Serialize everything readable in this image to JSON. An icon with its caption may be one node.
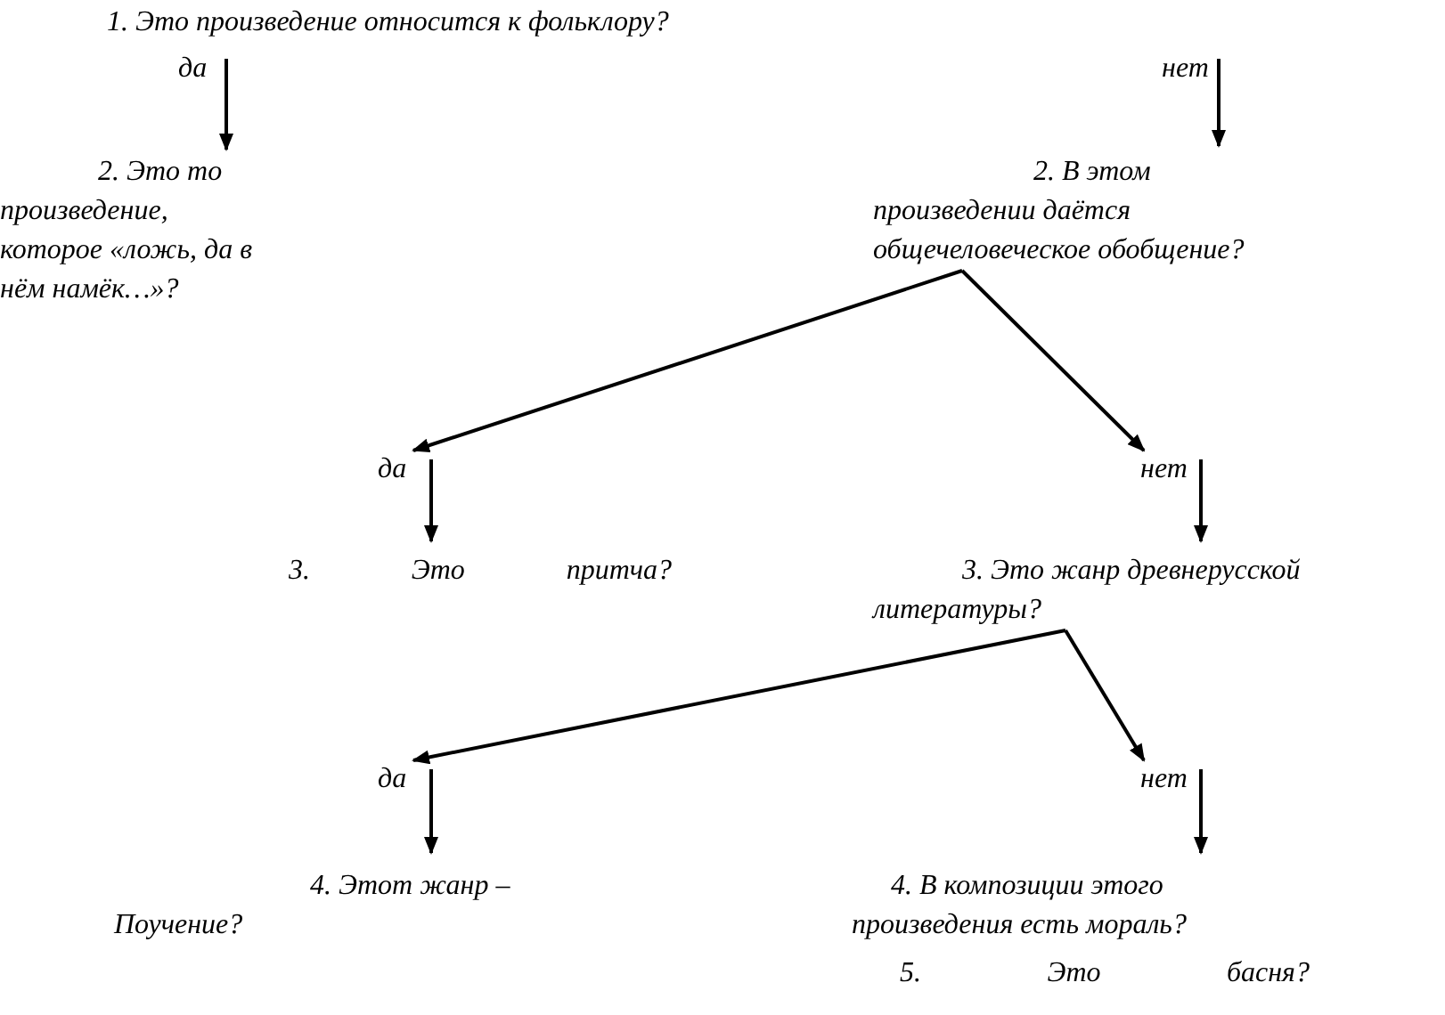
{
  "diagram": {
    "nodes": [
      {
        "text": [
          "1. Это произведение относится к фольклору?"
        ]
      },
      {
        "text": [
          "да"
        ]
      },
      {
        "text": [
          "нет"
        ]
      },
      {
        "text": [
          "2. Это то произведение, которое «ложь, да в нём намёк…»?"
        ]
      },
      {
        "text": [
          "2. В этом произведении даётся общечеловеческое обобщение?"
        ]
      },
      {
        "text": [
          "да"
        ]
      },
      {
        "text": [
          "нет"
        ]
      },
      {
        "text": [
          "3. Это притча?"
        ]
      },
      {
        "text": [
          "3. Это жанр древнерусской литературы?"
        ]
      },
      {
        "text": [
          "да"
        ]
      },
      {
        "text": [
          "нет"
        ]
      },
      {
        "text": [
          "4. Этот жанр – Поучение?"
        ]
      },
      {
        "text": [
          "4. В композиции этого произведения есть мораль?"
        ]
      },
      {
        "text": [
          "5. Это басня?"
        ]
      }
    ],
    "edges": [
      {
        "from": 1,
        "to": 3,
        "arrow": "to"
      },
      {
        "from": 2,
        "to": 4,
        "arrow": "to"
      },
      {
        "from": 4,
        "to": 5,
        "arrow": "to"
      },
      {
        "from": 4,
        "to": 6,
        "arrow": "to"
      },
      {
        "from": 5,
        "to": 7,
        "arrow": "to"
      },
      {
        "from": 6,
        "to": 8,
        "arrow": "to"
      },
      {
        "from": 8,
        "to": 9,
        "arrow": "to"
      },
      {
        "from": 8,
        "to": 10,
        "arrow": "to"
      },
      {
        "from": 9,
        "to": 11,
        "arrow": "to"
      },
      {
        "from": 10,
        "to": 12,
        "arrow": "to"
      }
    ]
  }
}
